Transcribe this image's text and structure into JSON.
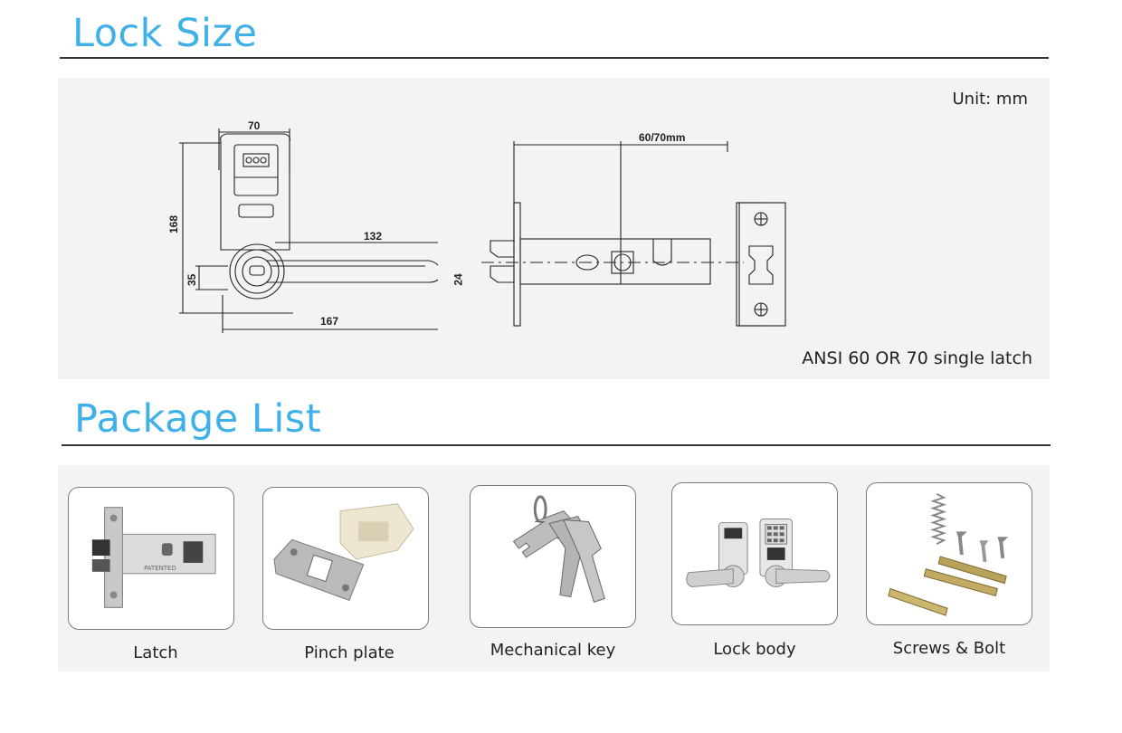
{
  "lock_size": {
    "title": "Lock Size",
    "unit_label": "Unit: mm",
    "caption": "ANSI 60 OR 70 single latch",
    "dimensions": {
      "width_top": "70",
      "height": "168",
      "lever_length": "132",
      "lever_height": "24",
      "rose_offset": "35",
      "overall_length": "167",
      "backset": "60/70mm"
    }
  },
  "package_list": {
    "title": "Package List",
    "items": [
      {
        "label": "Latch",
        "icon": "latch-icon"
      },
      {
        "label": "Pinch plate",
        "icon": "pinch-plate-icon"
      },
      {
        "label": "Mechanical key",
        "icon": "keys-icon"
      },
      {
        "label": "Lock body",
        "icon": "lock-body-icon"
      },
      {
        "label": "Screws & Bolt",
        "icon": "screws-bolt-icon"
      }
    ]
  }
}
